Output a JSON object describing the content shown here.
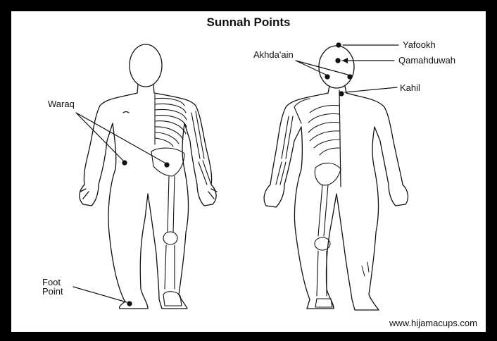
{
  "title": "Sunnah Points",
  "labels": {
    "yafookh": "Yafookh",
    "qamahduwah": "Qamahduwah",
    "akhdaain": "Akhda'ain",
    "kahil": "Kahil",
    "waraq": "Waraq",
    "foot_point": "Foot\nPoint"
  },
  "website": "www.hijamacups.com"
}
